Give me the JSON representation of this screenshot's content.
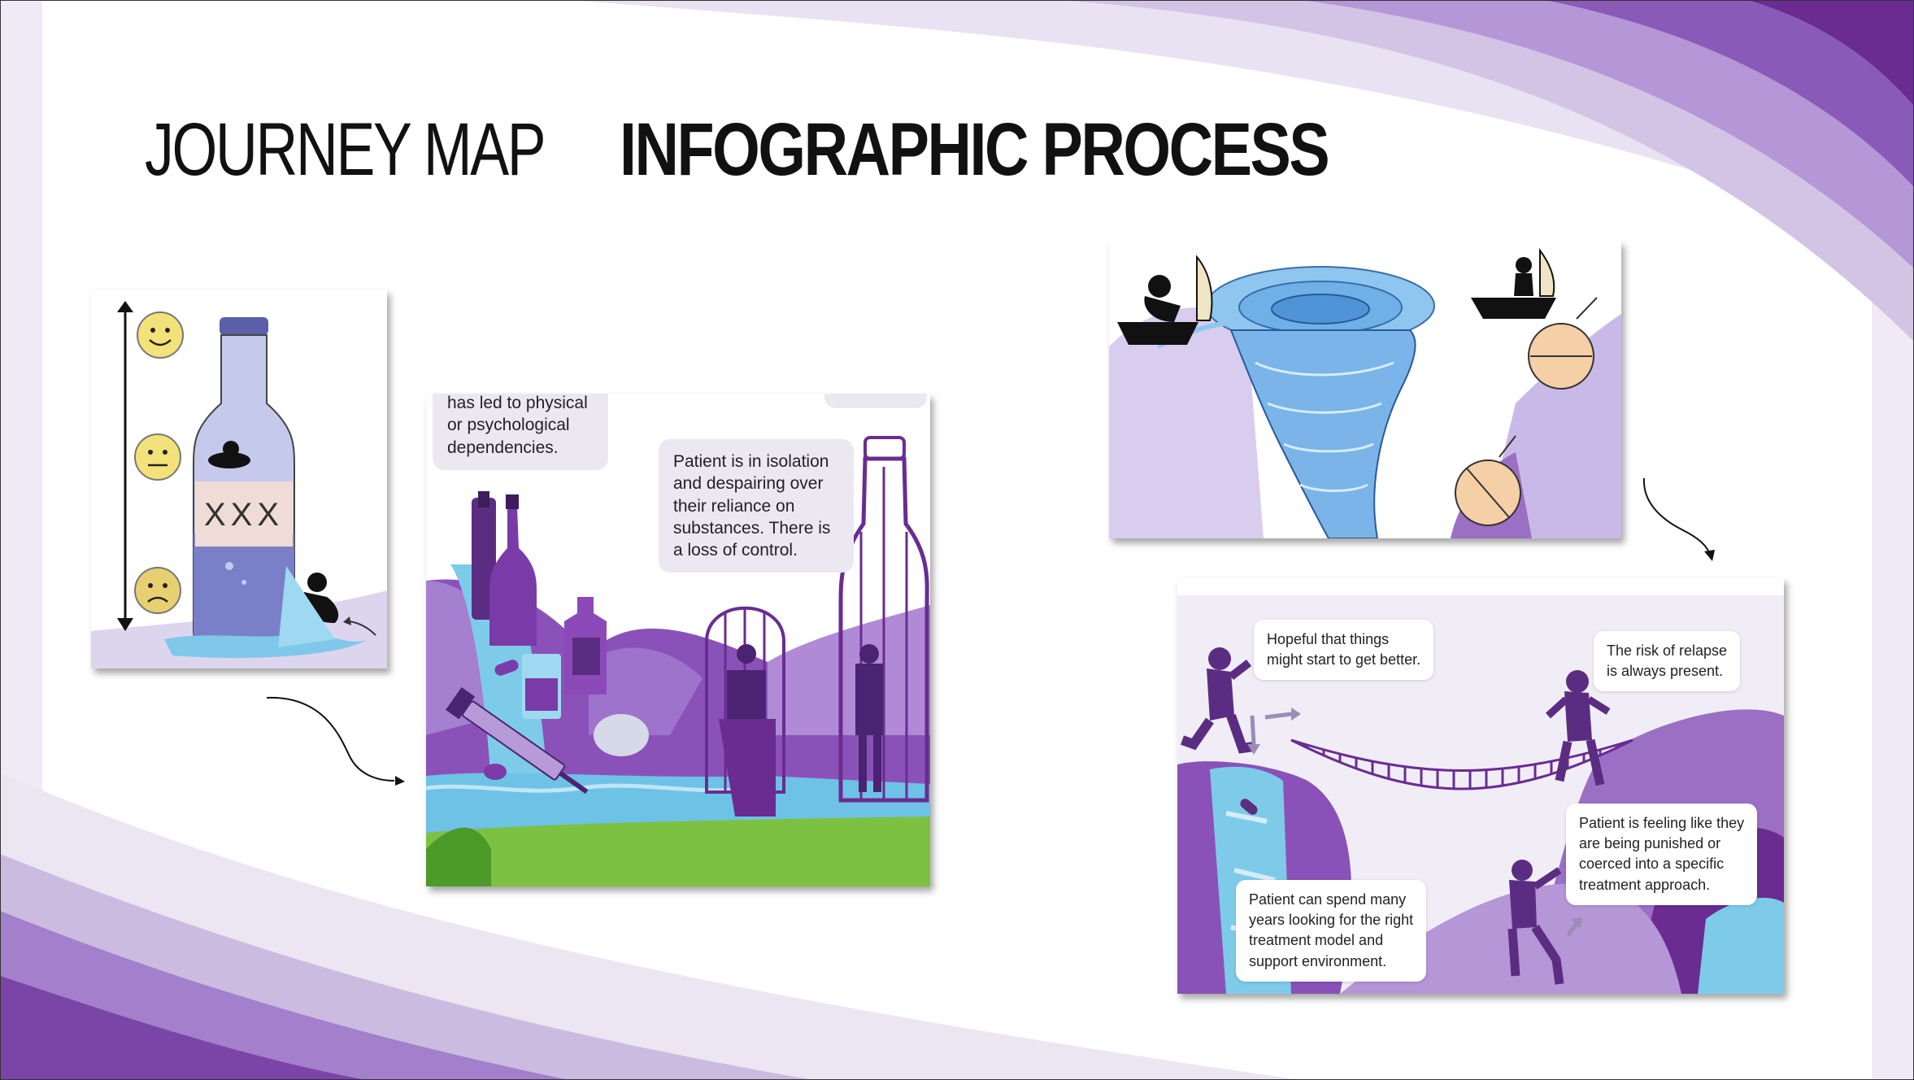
{
  "slide": {
    "title_light": "JOURNEY MAP ",
    "title_bold": "INFOGRAPHIC PROCESS",
    "colors": {
      "purple_dark": "#6a2c91",
      "purple_mid": "#9b6fc4",
      "purple_light": "#d9d0ea",
      "water": "#6fc3e8"
    }
  },
  "panel1": {
    "bottle_label": "XXX",
    "icons": [
      "happy-face-icon",
      "neutral-face-icon",
      "sad-face-icon",
      "bottle-icon",
      "person-icon"
    ]
  },
  "panel2": {
    "caption_top": "has led to physical\nor psychological\ndependencies.",
    "caption_main": "Patient is in isolation\nand despairing over\ntheir reliance on\nsubstances. There is\na loss of control."
  },
  "panel3": {
    "icons": [
      "boat-icon",
      "whirlpool-icon",
      "pill-icon"
    ]
  },
  "panel4": {
    "caption_hope": "Hopeful that things\nmight start to get better.",
    "caption_relapse": "The risk of relapse\nis always present.",
    "caption_punished": "Patient is feeling like they\nare being punished or\ncoerced into a specific\ntreatment approach.",
    "caption_years": "Patient can spend many\nyears looking for the right\ntreatment model and\nsupport environment."
  }
}
